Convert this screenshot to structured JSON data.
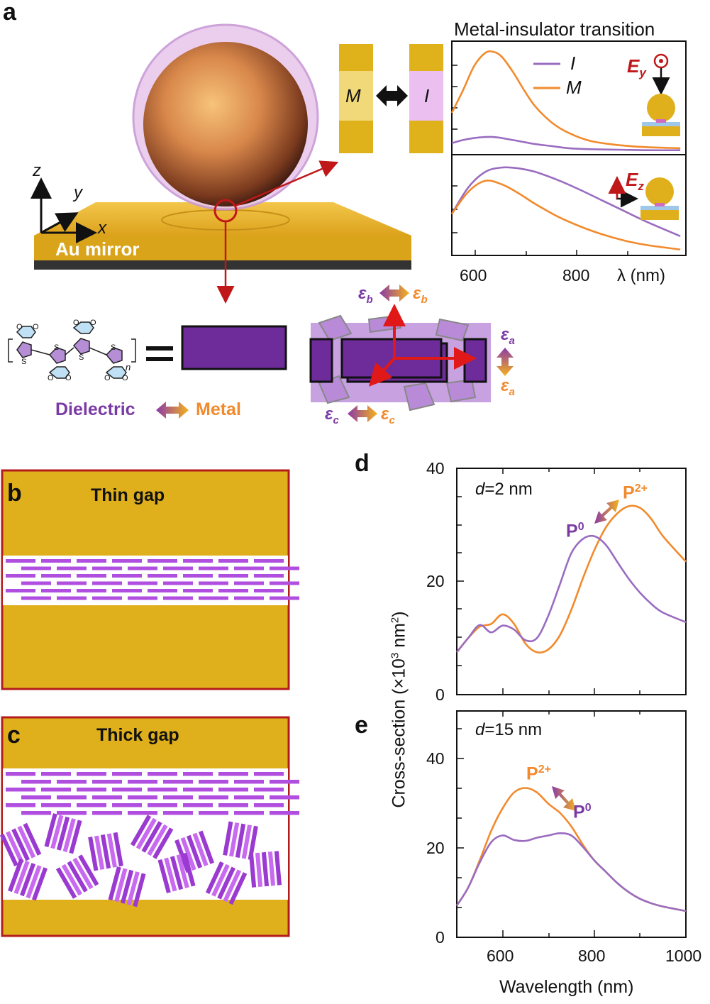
{
  "colors": {
    "orange": "#f28a2c",
    "purple": "#9a6cc0",
    "gold": "#e0b01c",
    "darkpurple": "#6d2c9a",
    "red": "#c01818"
  },
  "panel_a": {
    "letter": "a",
    "axis_z": "z",
    "axis_y": "y",
    "axis_x": "x",
    "substrate_label": "Au mirror",
    "switch_metal": "M",
    "switch_insulator": "I",
    "inset_title": "Metal-insulator transition",
    "legend_i": "I",
    "legend_m": "M",
    "field_y": "E",
    "field_y_sub": "y",
    "field_z": "E",
    "field_z_sub": "z",
    "x_ticks": [
      "600",
      "800"
    ],
    "x_label": "λ (nm)",
    "polymer_sub": "n",
    "sulfur": "S",
    "oxygen": "O",
    "dielectric_label": "Dielectric",
    "metal_label": "Metal",
    "eps_a": "ε",
    "eps_b": "ε",
    "eps_c": "ε",
    "sub_a": "a",
    "sub_b": "b",
    "sub_c": "c"
  },
  "panel_b": {
    "letter": "b",
    "title": "Thin gap"
  },
  "panel_c": {
    "letter": "c",
    "title": "Thick gap"
  },
  "panel_d": {
    "letter": "d",
    "annotation_d": "d",
    "annotation_val": "=2 nm",
    "label_p2": "P",
    "label_p2_sup": "2+",
    "label_p0": "P",
    "label_p0_sup": "0"
  },
  "panel_e": {
    "letter": "e",
    "annotation_d": "d",
    "annotation_val": "=15 nm",
    "label_p2": "P",
    "label_p2_sup": "2+",
    "label_p0": "P",
    "label_p0_sup": "0"
  },
  "shared_axes": {
    "ylabel": "Cross-section (×10",
    "ylabel_sup": "3",
    "ylabel_mid": " nm",
    "ylabel_sup2": "2",
    "ylabel_end": ")",
    "xlabel": "Wavelength (nm)",
    "x_ticks": [
      "600",
      "800",
      "1000"
    ],
    "d_y_ticks": [
      "0",
      "20",
      "40"
    ],
    "e_y_ticks": [
      "0",
      "20",
      "40"
    ]
  },
  "chart_data": [
    {
      "type": "line",
      "panel": "a-top",
      "x": [
        550,
        570,
        590,
        610,
        625,
        640,
        660,
        680,
        700,
        730,
        760,
        800,
        850,
        900,
        960
      ],
      "series": [
        {
          "name": "M",
          "values": [
            0.4,
            0.62,
            0.86,
            0.99,
            1.0,
            0.95,
            0.8,
            0.62,
            0.46,
            0.3,
            0.2,
            0.12,
            0.08,
            0.06,
            0.05
          ]
        },
        {
          "name": "I",
          "values": [
            0.1,
            0.13,
            0.15,
            0.16,
            0.16,
            0.15,
            0.13,
            0.11,
            0.09,
            0.07,
            0.05,
            0.04,
            0.035,
            0.03,
            0.03
          ]
        }
      ]
    },
    {
      "type": "line",
      "panel": "a-bottom",
      "x": [
        550,
        580,
        610,
        640,
        670,
        700,
        740,
        780,
        820,
        860,
        900,
        960
      ],
      "series": [
        {
          "name": "I",
          "values": [
            0.45,
            0.75,
            0.92,
            0.97,
            0.96,
            0.92,
            0.83,
            0.72,
            0.6,
            0.48,
            0.36,
            0.2
          ]
        },
        {
          "name": "M",
          "values": [
            0.45,
            0.7,
            0.82,
            0.78,
            0.68,
            0.56,
            0.42,
            0.31,
            0.22,
            0.15,
            0.1,
            0.05
          ]
        }
      ]
    },
    {
      "type": "line",
      "panel": "d",
      "xlim": [
        500,
        1000
      ],
      "ylim": [
        0,
        40
      ],
      "x": [
        500,
        525,
        550,
        575,
        600,
        625,
        650,
        675,
        700,
        725,
        750,
        775,
        800,
        825,
        850,
        875,
        900,
        925,
        950,
        1000
      ],
      "series": [
        {
          "name": "P2+",
          "values": [
            7.5,
            10,
            12,
            12.5,
            14.2,
            12.5,
            9,
            7.5,
            8,
            10.5,
            15,
            20.5,
            25.5,
            29.5,
            32,
            33.3,
            33,
            31,
            28,
            23.5
          ]
        },
        {
          "name": "P0",
          "values": [
            7.5,
            10,
            12.3,
            11,
            12.2,
            11.5,
            9.6,
            10,
            14,
            19.5,
            25,
            27.5,
            28,
            26.5,
            23.5,
            20.5,
            18,
            16,
            14.5,
            12.8
          ]
        }
      ]
    },
    {
      "type": "line",
      "panel": "e",
      "xlim": [
        500,
        1000
      ],
      "ylim": [
        0,
        50
      ],
      "x": [
        500,
        525,
        550,
        575,
        600,
        625,
        650,
        675,
        700,
        725,
        750,
        775,
        800,
        825,
        850,
        875,
        900,
        925,
        950,
        1000
      ],
      "series": [
        {
          "name": "P2+",
          "values": [
            7,
            11,
            17,
            23.5,
            28.5,
            32,
            33,
            32,
            29.5,
            27.5,
            24.5,
            20.5,
            17,
            14.5,
            12,
            10,
            8.5,
            7.5,
            6.8,
            5.8
          ]
        },
        {
          "name": "P0",
          "values": [
            7,
            11,
            16.5,
            21,
            22.5,
            21.5,
            21.3,
            22,
            22.5,
            23,
            22.5,
            20,
            17,
            14.5,
            12,
            10,
            8.5,
            7.5,
            6.8,
            5.8
          ]
        }
      ]
    }
  ]
}
